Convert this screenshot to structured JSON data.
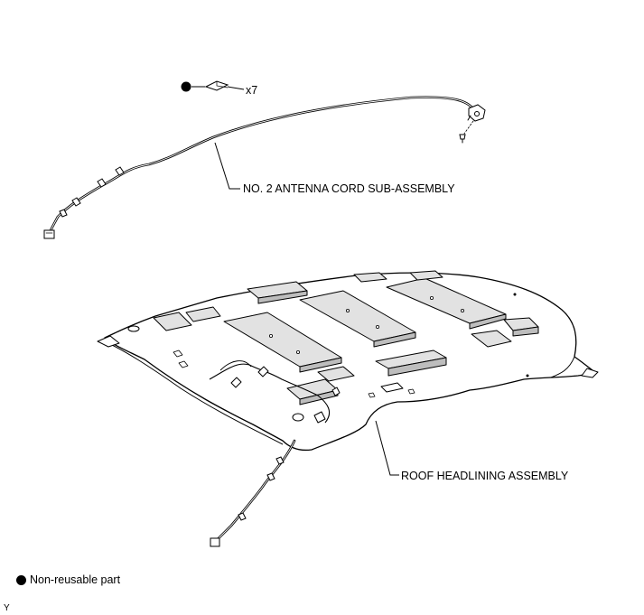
{
  "diagram": {
    "callouts": {
      "antenna_cord": "NO. 2 ANTENNA CORD SUB-ASSEMBLY",
      "headlining": "ROOF HEADLINING ASSEMBLY",
      "clip_quantity": "x7"
    },
    "legend": {
      "non_reusable": "Non-reusable part"
    },
    "page_code": "Y",
    "colors": {
      "line": "#000000",
      "pad_fill": "#e2e2e2",
      "pad_shade": "#bdbdbd",
      "background": "#ffffff"
    }
  }
}
